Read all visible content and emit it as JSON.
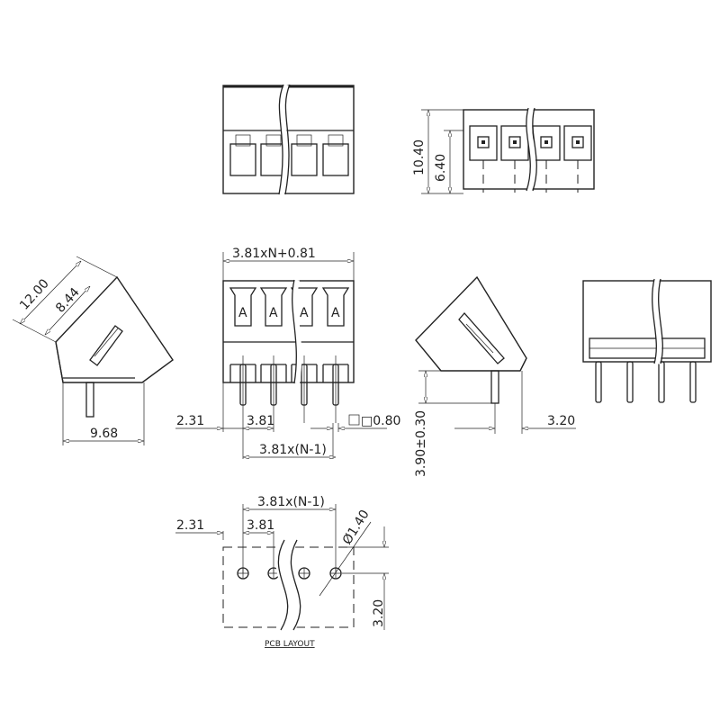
{
  "dimensions": {
    "overall_width": "3.81xN+0.81",
    "pitch": "3.81",
    "pitch_span": "3.81x(N-1)",
    "edge_offset": "2.31",
    "pin_square": "□0.80",
    "height_total": "10.40",
    "height_inner": "6.40",
    "side_diag_outer": "12.00",
    "side_diag_inner": "8.44",
    "side_depth": "9.68",
    "pin_length": "3.90±0.30",
    "pin_offset": "3.20",
    "hole_diameter": "Ø1.40",
    "hole_row_offset": "3.20"
  },
  "pcb_caption": "PCB LAYOUT",
  "pin_marker": "A"
}
